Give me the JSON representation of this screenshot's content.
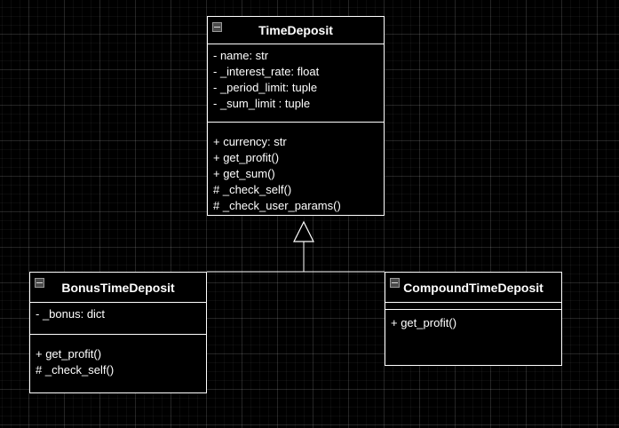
{
  "diagram": {
    "classes": [
      {
        "id": "time-deposit",
        "name": "TimeDeposit",
        "attributes": [
          "- name: str",
          "- _interest_rate: float",
          "- _period_limit: tuple",
          "- _sum_limit : tuple"
        ],
        "operations": [
          "+ currency: str",
          "+ get_profit()",
          "+ get_sum()",
          "# _check_self()",
          "# _check_user_params()"
        ]
      },
      {
        "id": "bonus-time-deposit",
        "name": "BonusTimeDeposit",
        "attributes": [
          "- _bonus: dict"
        ],
        "operations": [
          "+ get_profit()",
          "# _check_self()"
        ]
      },
      {
        "id": "compound-time-deposit",
        "name": "CompoundTimeDeposit",
        "attributes": [],
        "operations": [
          "+ get_profit()"
        ]
      }
    ],
    "relations": [
      {
        "type": "generalization",
        "from": "BonusTimeDeposit",
        "to": "TimeDeposit"
      },
      {
        "type": "generalization",
        "from": "CompoundTimeDeposit",
        "to": "TimeDeposit"
      }
    ],
    "colors": {
      "background": "#000000",
      "line": "#ffffff",
      "text": "#ffffff"
    }
  }
}
